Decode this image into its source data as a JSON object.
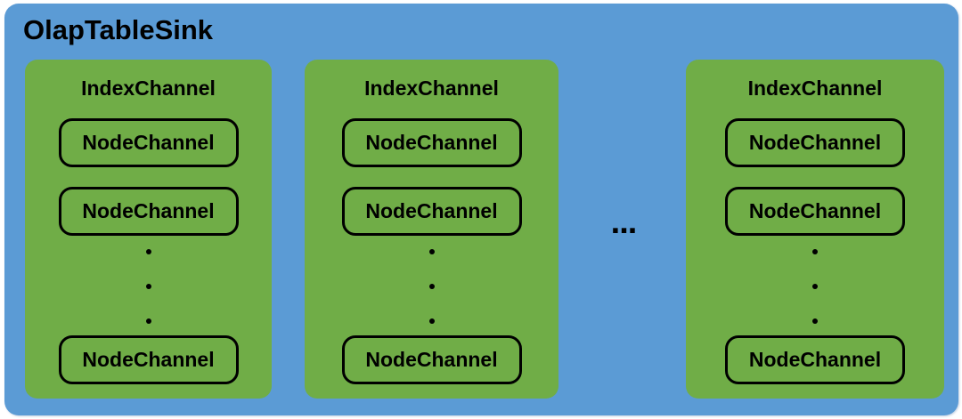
{
  "diagram": {
    "title": "OlapTableSink",
    "between_groups_ellipsis": "...",
    "colors": {
      "container_fill": "#5B9BD5",
      "group_fill": "#70AD47",
      "node_border": "#000000",
      "text": "#000000"
    },
    "groups": [
      {
        "label": "IndexChannel",
        "nodes": [
          "NodeChannel",
          "NodeChannel",
          "NodeChannel"
        ],
        "vertical_ellipsis_dots": 3
      },
      {
        "label": "IndexChannel",
        "nodes": [
          "NodeChannel",
          "NodeChannel",
          "NodeChannel"
        ],
        "vertical_ellipsis_dots": 3
      },
      {
        "label": "IndexChannel",
        "nodes": [
          "NodeChannel",
          "NodeChannel",
          "NodeChannel"
        ],
        "vertical_ellipsis_dots": 3
      }
    ]
  }
}
